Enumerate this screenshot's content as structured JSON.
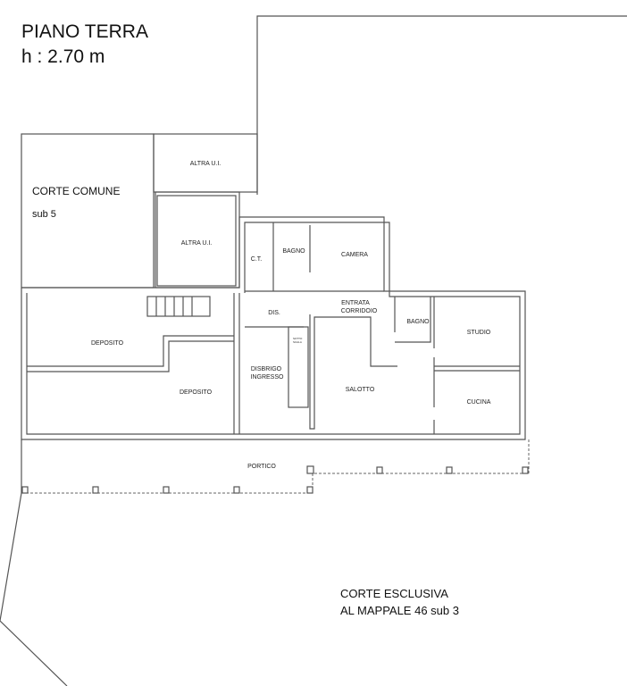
{
  "header": {
    "title": "PIANO TERRA",
    "height": "h : 2.70 m"
  },
  "rooms": {
    "corte_comune": "CORTE COMUNE",
    "sub5": "sub 5",
    "altra_ui_1": "ALTRA U.I.",
    "altra_ui_2": "ALTRA U.I.",
    "ct": "C.T.",
    "bagno_1": "BAGNO",
    "camera": "CAMERA",
    "dis": "DIS.",
    "entrata": "ENTRATA",
    "corridoio": "CORRIDOIO",
    "bagno_2": "BAGNO",
    "studio": "STUDIO",
    "deposito_1": "DEPOSITO",
    "deposito_2": "DEPOSITO",
    "disbrigo": "DISBRIGO",
    "ingresso": "INGRESSO",
    "sotto": "SOTTO",
    "scala": "SCALA",
    "salotto": "SALOTTO",
    "cucina": "CUCINA",
    "portico": "PORTICO"
  },
  "corte_esclusiva": {
    "line1": "CORTE ESCLUSIVA",
    "line2": "AL MAPPALE 46  sub 3"
  }
}
